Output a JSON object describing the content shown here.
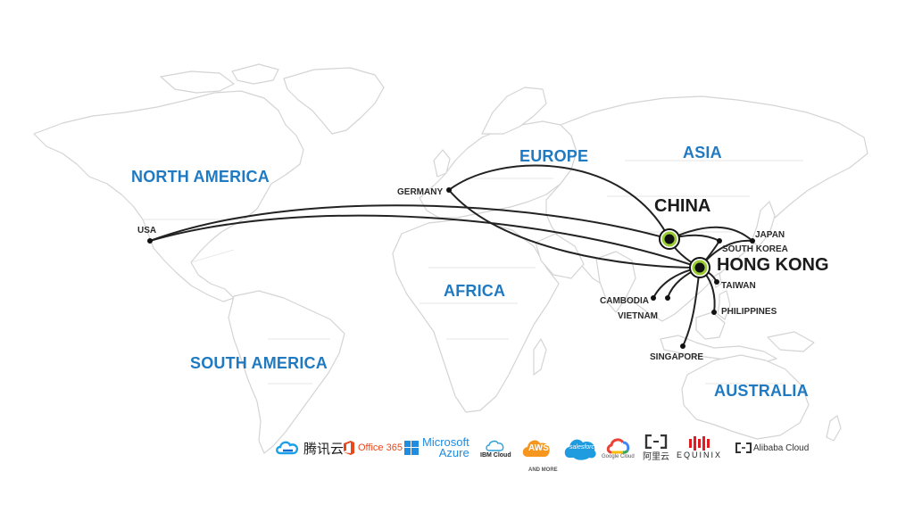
{
  "continents": {
    "north_america": "NORTH AMERICA",
    "south_america": "SOUTH AMERICA",
    "europe": "EUROPE",
    "africa": "AFRICA",
    "asia": "ASIA",
    "australia": "AUSTRALIA"
  },
  "hubs": {
    "china": "CHINA",
    "hong_kong": "HONG KONG"
  },
  "cities": {
    "usa": "USA",
    "germany": "GERMANY",
    "japan": "JAPAN",
    "south_korea": "SOUTH KOREA",
    "taiwan": "TAIWAN",
    "philippines": "PHILIPPINES",
    "cambodia": "CAMBODIA",
    "vietnam": "VIETNAM",
    "singapore": "SINGAPORE"
  },
  "partners": {
    "tencent": "腾讯云",
    "office365": "Office 365",
    "azure_line1": "Microsoft",
    "azure_line2": "Azure",
    "ibm": "IBM Cloud",
    "aws": "AWS",
    "salesforce": "salesforce",
    "google": "Google Cloud",
    "aliyun": "阿里云",
    "equinix": "EQUINIX",
    "alibaba": "Alibaba Cloud",
    "and_more": "AND MORE"
  },
  "icons": [
    "tencent-cloud-icon",
    "office-icon",
    "windows-icon",
    "ibm-cloud-icon",
    "aws-icon",
    "salesforce-icon",
    "google-cloud-icon",
    "aliyun-icon",
    "equinix-icon",
    "alibaba-cloud-icon"
  ],
  "colors": {
    "continent_label": "#1f7ac2",
    "connection_line": "#222222",
    "hub_ring": "#9acd32",
    "map_outline": "#d4d4d4"
  }
}
